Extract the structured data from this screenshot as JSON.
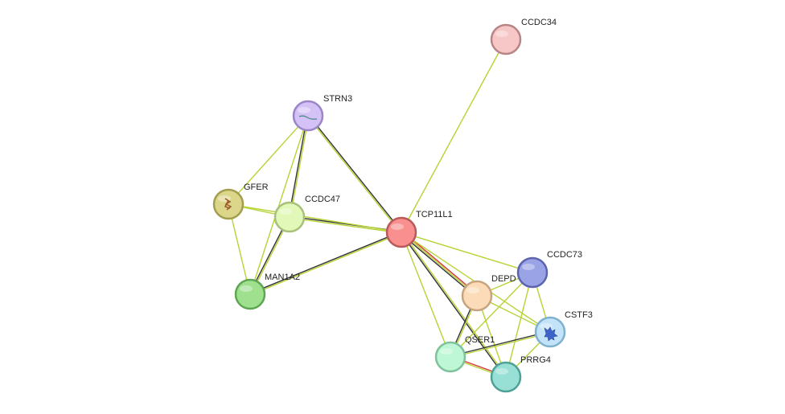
{
  "network": {
    "nodes": [
      {
        "id": "TCP11L1",
        "label": "TCP11L1",
        "color": "#f98f8f",
        "stroke": "#b85a5a"
      },
      {
        "id": "CCDC34",
        "label": "CCDC34",
        "color": "#f7c6c6",
        "stroke": "#b88585"
      },
      {
        "id": "STRN3",
        "label": "STRN3",
        "color": "#d4c2f7",
        "stroke": "#9a86c6",
        "icon": "protein-structure-icon"
      },
      {
        "id": "GFER",
        "label": "GFER",
        "color": "#dcd68a",
        "stroke": "#a39d50",
        "icon": "protein-structure-icon"
      },
      {
        "id": "CCDC47",
        "label": "CCDC47",
        "color": "#e2f8b8",
        "stroke": "#a8c07c"
      },
      {
        "id": "MAN1A2",
        "label": "MAN1A2",
        "color": "#9fe08f",
        "stroke": "#5ea653"
      },
      {
        "id": "CCDC73",
        "label": "CCDC73",
        "color": "#9aa3e6",
        "stroke": "#5b64ad"
      },
      {
        "id": "DEPDC",
        "label": "DEPD",
        "color": "#fcdcb8",
        "stroke": "#c6a47e"
      },
      {
        "id": "CSTF3",
        "label": "CSTF3",
        "color": "#c3e4f8",
        "stroke": "#7fb1cf",
        "icon": "protein-structure-icon"
      },
      {
        "id": "QSER1",
        "label": "QSER1",
        "color": "#bdf7d6",
        "stroke": "#7fc19b"
      },
      {
        "id": "PRRG4",
        "label": "PRRG4",
        "color": "#98e0d6",
        "stroke": "#4fa096"
      }
    ],
    "edges": [
      {
        "source": "TCP11L1",
        "target": "CCDC34",
        "colors": [
          "#b5d433"
        ]
      },
      {
        "source": "TCP11L1",
        "target": "STRN3",
        "colors": [
          "#b5d433",
          "#333333"
        ]
      },
      {
        "source": "TCP11L1",
        "target": "CCDC47",
        "colors": [
          "#b5d433",
          "#333333"
        ]
      },
      {
        "source": "TCP11L1",
        "target": "GFER",
        "colors": [
          "#b5d433"
        ]
      },
      {
        "source": "TCP11L1",
        "target": "MAN1A2",
        "colors": [
          "#b5d433",
          "#333333"
        ]
      },
      {
        "source": "TCP11L1",
        "target": "CCDC73",
        "colors": [
          "#b5d433"
        ]
      },
      {
        "source": "TCP11L1",
        "target": "DEPDC",
        "colors": [
          "#d93333",
          "#b5d433",
          "#333333"
        ]
      },
      {
        "source": "TCP11L1",
        "target": "CSTF3",
        "colors": [
          "#b5d433"
        ]
      },
      {
        "source": "TCP11L1",
        "target": "QSER1",
        "colors": [
          "#b5d433"
        ]
      },
      {
        "source": "TCP11L1",
        "target": "PRRG4",
        "colors": [
          "#b5d433",
          "#333333"
        ]
      },
      {
        "source": "STRN3",
        "target": "GFER",
        "colors": [
          "#b5d433"
        ]
      },
      {
        "source": "STRN3",
        "target": "CCDC47",
        "colors": [
          "#b5d433",
          "#333333"
        ]
      },
      {
        "source": "STRN3",
        "target": "MAN1A2",
        "colors": [
          "#b5d433"
        ]
      },
      {
        "source": "GFER",
        "target": "CCDC47",
        "colors": [
          "#b5d433"
        ]
      },
      {
        "source": "GFER",
        "target": "MAN1A2",
        "colors": [
          "#b5d433"
        ]
      },
      {
        "source": "CCDC47",
        "target": "MAN1A2",
        "colors": [
          "#b5d433",
          "#333333"
        ]
      },
      {
        "source": "DEPDC",
        "target": "QSER1",
        "colors": [
          "#b5d433",
          "#333333"
        ]
      },
      {
        "source": "DEPDC",
        "target": "CSTF3",
        "colors": [
          "#b5d433"
        ]
      },
      {
        "source": "DEPDC",
        "target": "PRRG4",
        "colors": [
          "#b5d433"
        ]
      },
      {
        "source": "CCDC73",
        "target": "DEPDC",
        "colors": [
          "#b5d433"
        ]
      },
      {
        "source": "CCDC73",
        "target": "CSTF3",
        "colors": [
          "#b5d433"
        ]
      },
      {
        "source": "CCDC73",
        "target": "QSER1",
        "colors": [
          "#b5d433"
        ]
      },
      {
        "source": "CCDC73",
        "target": "PRRG4",
        "colors": [
          "#b5d433"
        ]
      },
      {
        "source": "CSTF3",
        "target": "QSER1",
        "colors": [
          "#b5d433",
          "#333333"
        ]
      },
      {
        "source": "CSTF3",
        "target": "PRRG4",
        "colors": [
          "#b5d433"
        ]
      },
      {
        "source": "QSER1",
        "target": "PRRG4",
        "colors": [
          "#d93333",
          "#b5d433"
        ]
      }
    ]
  }
}
